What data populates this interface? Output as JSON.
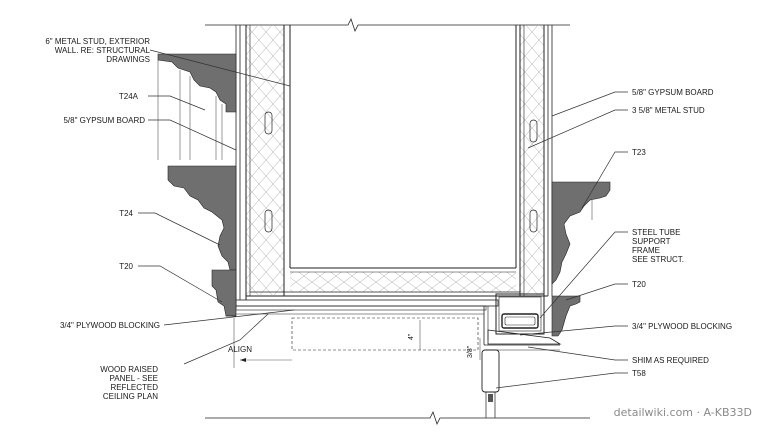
{
  "labels": {
    "metal_stud_ext_1": "6\" METAL STUD, EXTERIOR",
    "metal_stud_ext_2": "WALL. RE: STRUCTURAL",
    "metal_stud_ext_3": "DRAWINGS",
    "t24a": "T24A",
    "gypsum_left": "5/8\" GYPSUM BOARD",
    "t24": "T24",
    "t20_left": "T20",
    "plywood_left": "3/4\" PLYWOOD BLOCKING",
    "align": "ALIGN",
    "wood_panel_1": "WOOD RAISED",
    "wood_panel_2": "PANEL - SEE",
    "wood_panel_3": "REFLECTED",
    "wood_panel_4": "CEILING PLAN",
    "gypsum_right": "5/8\" GYPSUM BOARD",
    "metal_stud_right": "3 5/8\" METAL STUD",
    "t23": "T23",
    "steel_tube_1": "STEEL TUBE",
    "steel_tube_2": "SUPPORT",
    "steel_tube_3": "FRAME",
    "steel_tube_4": "SEE STRUCT.",
    "t20_right": "T20",
    "plywood_right": "3/4\" PLYWOOD BLOCKING",
    "shim": "SHIM AS REQUIRED",
    "t58": "T58",
    "dim_4": "4\"",
    "dim_3_8": "3/8\""
  },
  "watermark": "detailwiki.com · A-KB33D",
  "colors": {
    "molding": "#6f6f6f",
    "line": "#222222",
    "insulation": "#9a9a9a"
  }
}
